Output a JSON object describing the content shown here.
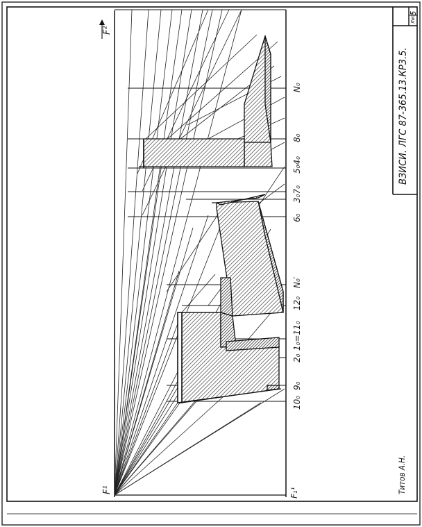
{
  "title_block": {
    "code": "ВЗИСИ. ЛГС 87-365.13.КР3.5.",
    "sheet_label": "Лист",
    "sheet_number": "5",
    "author": "Титов А.Н."
  },
  "labels": {
    "f1": "F¹",
    "f1_prime": "F₁¹",
    "f2": "F²",
    "n0": "N₀",
    "p8": "8₀",
    "p5_4": "5₀4₀",
    "p3_7": "3₀7₀",
    "p6": "6₀",
    "n0_prime": "N₀′",
    "p12": "12₀",
    "p1_11": "1₀=11₀",
    "p2": "2₀",
    "p9": "9₀",
    "p10": "10₀"
  }
}
